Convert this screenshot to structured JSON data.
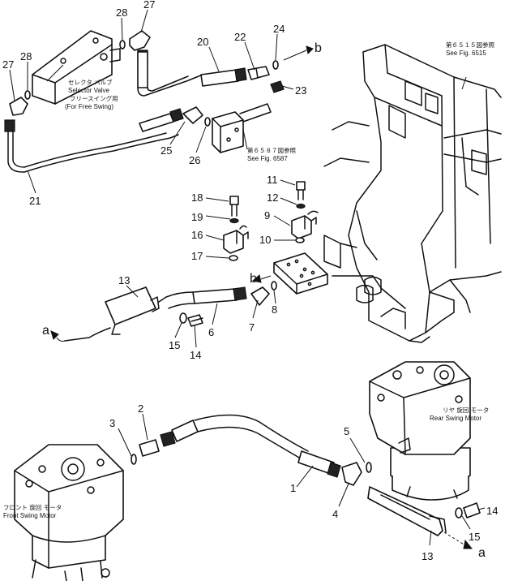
{
  "callouts": {
    "n1": "1",
    "n2": "2",
    "n3": "3",
    "n4": "4",
    "n5": "5",
    "n6": "6",
    "n7": "7",
    "n8": "8",
    "n9": "9",
    "n10": "10",
    "n11": "11",
    "n12": "12",
    "n13a": "13",
    "n13b": "13",
    "n14": "14",
    "n15a": "15",
    "n15b": "15",
    "n16": "16",
    "n17": "17",
    "n18": "18",
    "n19": "19",
    "n20": "20",
    "n21": "21",
    "n22": "22",
    "n23": "23",
    "n24": "24",
    "n25": "25",
    "n26": "26",
    "n27a": "27",
    "n27b": "27",
    "n28a": "28",
    "n28b": "28"
  },
  "connection_letters": {
    "a_left": "a",
    "a_right": "a",
    "b_top": "b",
    "b_mid": "b"
  },
  "labels": {
    "selector_jp": "セレクタ バルブ",
    "selector_en": "Selector Valve",
    "free_swing_jp": "フリースイング用",
    "free_swing_en": "(For Free Swing)",
    "fig6515_jp": "第６５１５図参照",
    "fig6515_en": "See Fig. 6515",
    "fig6587_jp": "第６５８７図参照",
    "fig6587_en": "See Fig. 6587",
    "rear_motor_jp": "リヤ 旋回 モータ",
    "rear_motor_en": "Rear Swing Motor",
    "front_motor_jp": "フロント 旋回 モータ",
    "front_motor_en": "Front Swing Motor"
  }
}
